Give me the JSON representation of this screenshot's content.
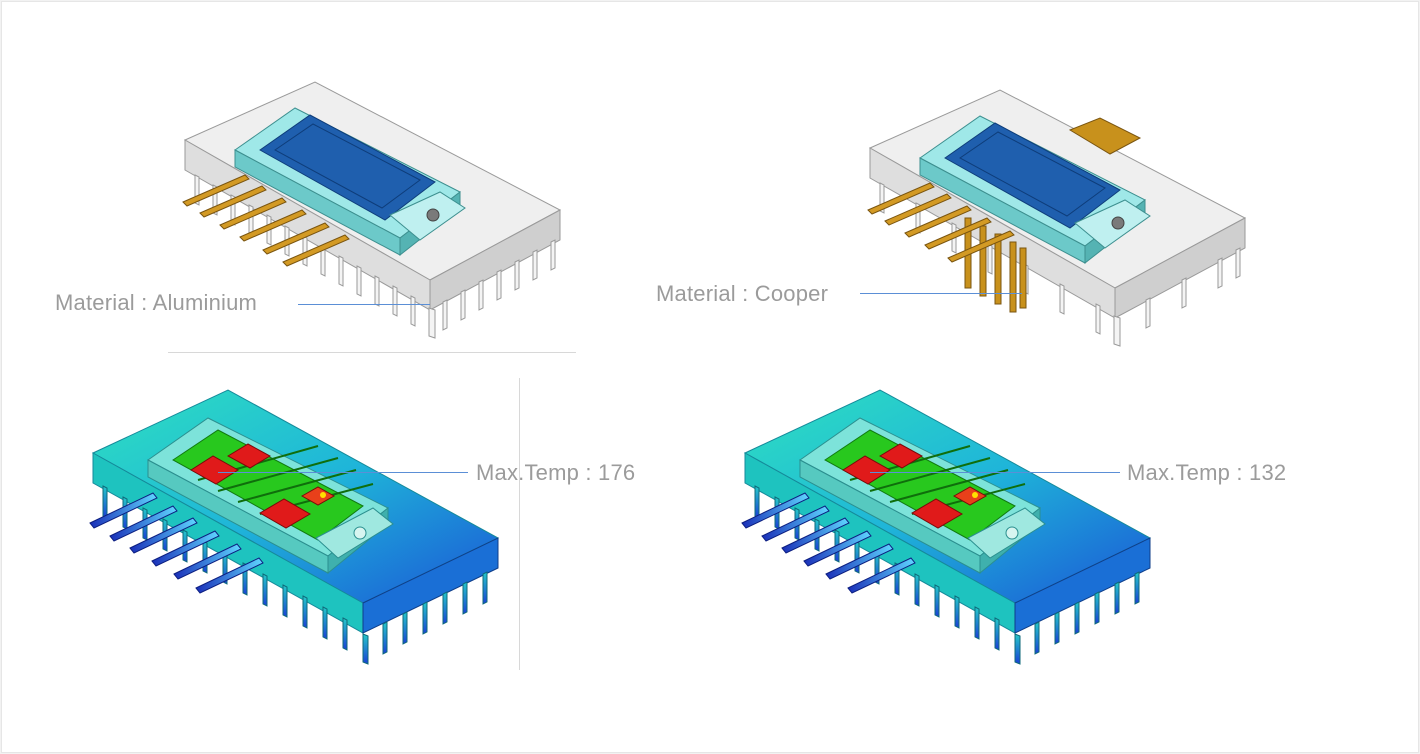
{
  "labels": {
    "top_left": "Material : Aluminium",
    "top_right": "Material : Cooper",
    "bottom_left": "Max.Temp : 176",
    "bottom_right": "Max.Temp : 132"
  },
  "colors": {
    "label_text": "#9b9b9b",
    "leader_line": "#5b8fd6",
    "heatsink_grey": "#e8e8e8",
    "module_body": "#8fe3e3",
    "module_top": "#1f5fae",
    "pins_copper": "#c8911c",
    "hot_spot": "#e02020",
    "warm_zone": "#2bd11a",
    "cool_zone": "#1a3fd6"
  }
}
